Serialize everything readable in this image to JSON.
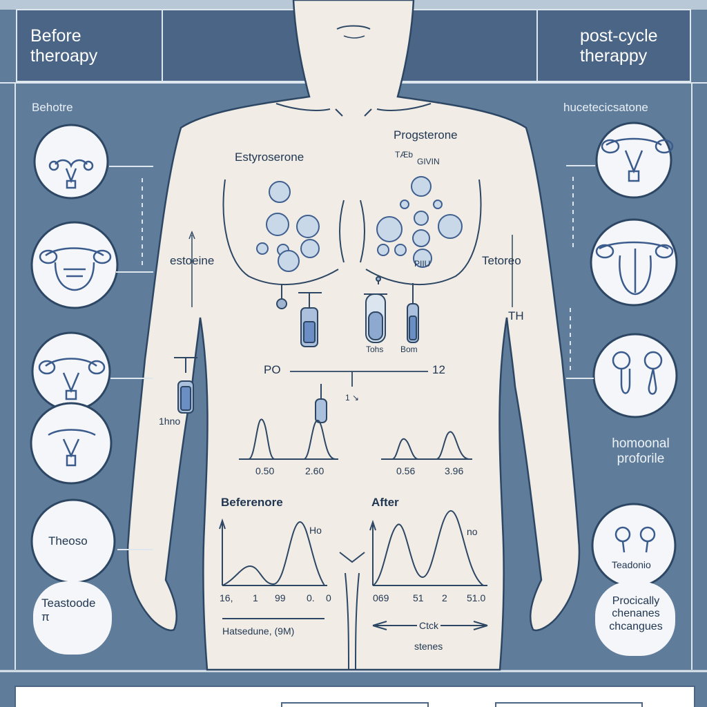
{
  "header": {
    "left_title": "Before\ntheroapy",
    "right_title": "post-cycle\ntherap­py"
  },
  "left_column": {
    "label_top": "Behotre",
    "circle_text": "Theoso",
    "bottom_text": "Teastoode\nπ"
  },
  "right_column": {
    "label_top": "hucetecicsatone",
    "hormonal_profile": "homoonal\nproforile",
    "circle_text": "Teadonio",
    "bottom_text": "Procically\nchenanes\nchcangues"
  },
  "body_labels": {
    "chest_left": "Estyroserone",
    "chest_right": "Progsterone",
    "chest_right_small_1": "TÆb",
    "chest_right_small_2": "GIVIN",
    "chest_right_small_3": "PIIU",
    "side_left": "estoeine",
    "side_right": "Tetoreo",
    "th": "TH",
    "tube_left_caption": "Tohs",
    "tube_right_caption": "Bom",
    "syringe_left_caption": "1hno",
    "axis_left": "PO",
    "axis_right": "12",
    "axis_mid": "1 ↘",
    "peak_left_ticks": [
      "0.50",
      "2.60"
    ],
    "peak_right_ticks": [
      "0.56",
      "3.96"
    ]
  },
  "graph_before": {
    "title": "Beferenore",
    "peak_label": "Ho",
    "ticks": [
      "16,",
      "1",
      "99",
      "0.",
      "0"
    ],
    "axis_caption": "Hatsedune, (9M)"
  },
  "graph_after": {
    "title": "After",
    "peak_label": "no",
    "ticks": [
      "069",
      "51",
      "2",
      "51.0"
    ],
    "arrow_text": "Ctck",
    "caption": "stenes"
  },
  "colors": {
    "background": "#5f7d9b",
    "header_band": "#4a6585",
    "skin": "#f1ede6",
    "ink": "#2c4663",
    "accent_blue": "#5a79ad"
  }
}
